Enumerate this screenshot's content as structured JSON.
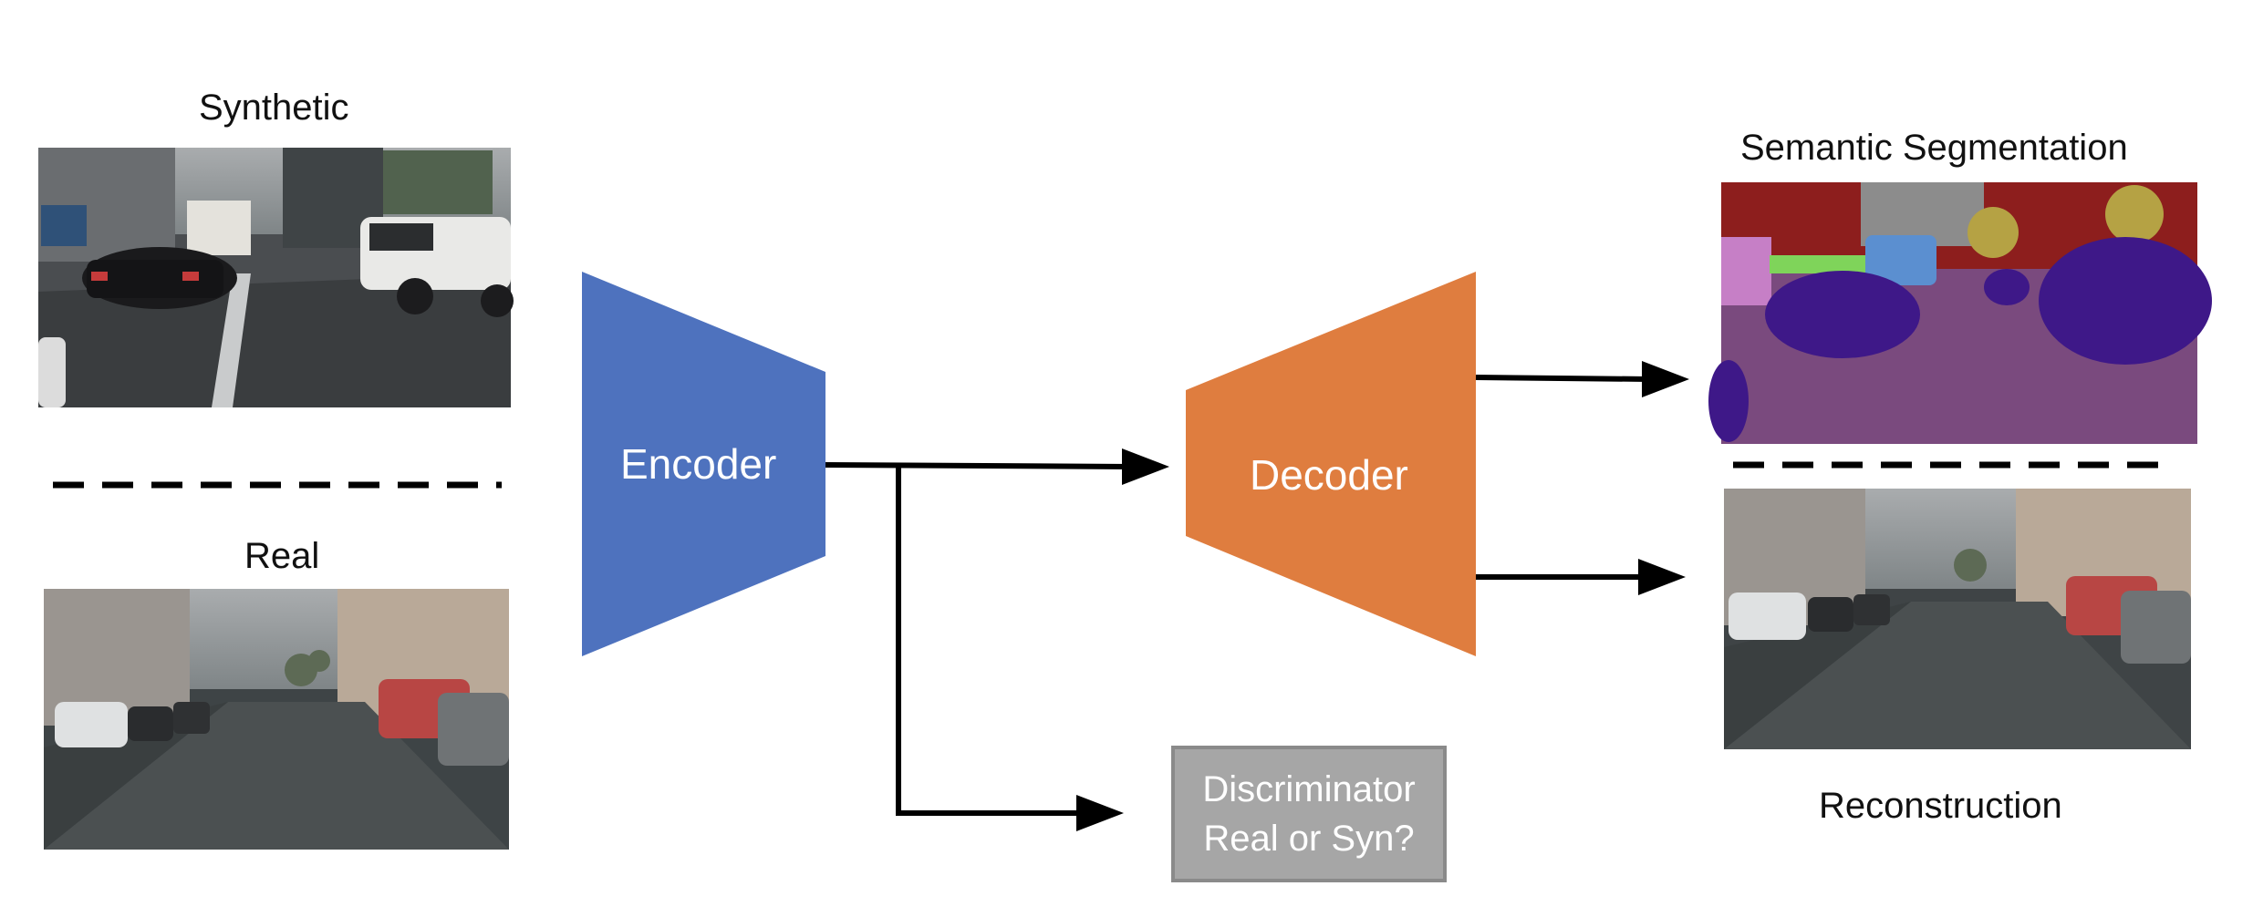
{
  "labels": {
    "synthetic": "Synthetic",
    "real": "Real",
    "semantic_segmentation": "Semantic Segmentation",
    "reconstruction": "Reconstruction"
  },
  "blocks": {
    "encoder": "Encoder",
    "decoder": "Decoder",
    "discriminator_line1": "Discriminator",
    "discriminator_line2": "Real or Syn?"
  },
  "colors": {
    "encoder": "#4e72be",
    "decoder": "#df7d3f",
    "discriminator": "#a6a6a6",
    "arrow": "#000000"
  }
}
